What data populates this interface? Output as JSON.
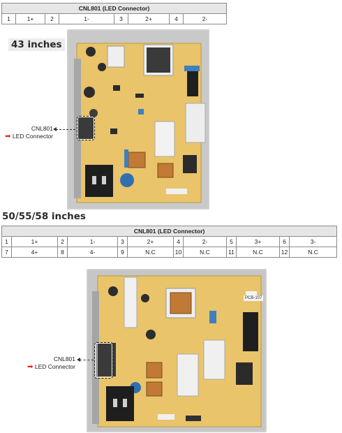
{
  "table1": {
    "title": "CNL801 (LED Connector)",
    "row": [
      [
        "1",
        "1+"
      ],
      [
        "2",
        "1-"
      ],
      [
        "3",
        "2+"
      ],
      [
        "4",
        "2-"
      ]
    ]
  },
  "section1": {
    "title": "43 inches",
    "callout_name": "CNL801",
    "callout_desc": "LED Connector"
  },
  "section2": {
    "title": "50/55/58 inches",
    "callout_name": "CNL801",
    "callout_desc": "LED Connector"
  },
  "table2": {
    "title": "CNL801 (LED Connector)",
    "rows": [
      [
        [
          "1",
          "1+"
        ],
        [
          "2",
          "1-"
        ],
        [
          "3",
          "2+"
        ],
        [
          "4",
          "2-"
        ],
        [
          "5",
          "3+"
        ],
        [
          "6",
          "3-"
        ]
      ],
      [
        [
          "7",
          "4+"
        ],
        [
          "8",
          "4-"
        ],
        [
          "9",
          "N.C"
        ],
        [
          "10",
          "N.C"
        ],
        [
          "11",
          "N.C"
        ],
        [
          "12",
          "N.C"
        ]
      ]
    ]
  },
  "board2_label": "PCB-107",
  "colors": {
    "pcb": "#e9c46a",
    "header_bg": "#e6e6e6",
    "arrow": "#d62b1e",
    "chassis": "#bfbfbf"
  }
}
